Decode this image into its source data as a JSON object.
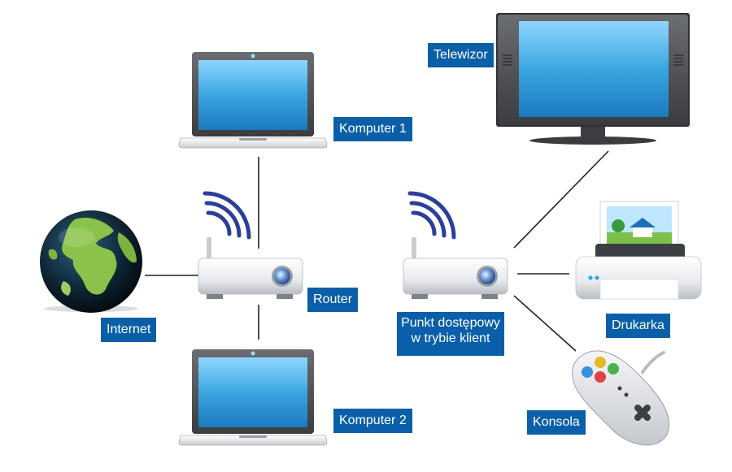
{
  "labels": {
    "komputer1": "Komputer 1",
    "komputer2": "Komputer 2",
    "telewizor": "Telewizor",
    "router": "Router",
    "internet": "Internet",
    "punkt_line1": "Punkt dostępowy",
    "punkt_line2": "w trybie klient",
    "drukarka": "Drukarka",
    "konsola": "Konsola"
  },
  "colors": {
    "label_bg": "#0a5fa8",
    "label_text": "#ffffff",
    "connector": "#222222",
    "screen": "#3aa6e0",
    "wifi": "#2b3f9a",
    "globe_land": "#8bc34a",
    "globe_sea": "#0d1f2e"
  },
  "icons": [
    "laptop-icon",
    "tv-icon",
    "globe-icon",
    "router-icon",
    "access-point-icon",
    "printer-icon",
    "gamepad-icon",
    "wifi-signal-icon"
  ]
}
